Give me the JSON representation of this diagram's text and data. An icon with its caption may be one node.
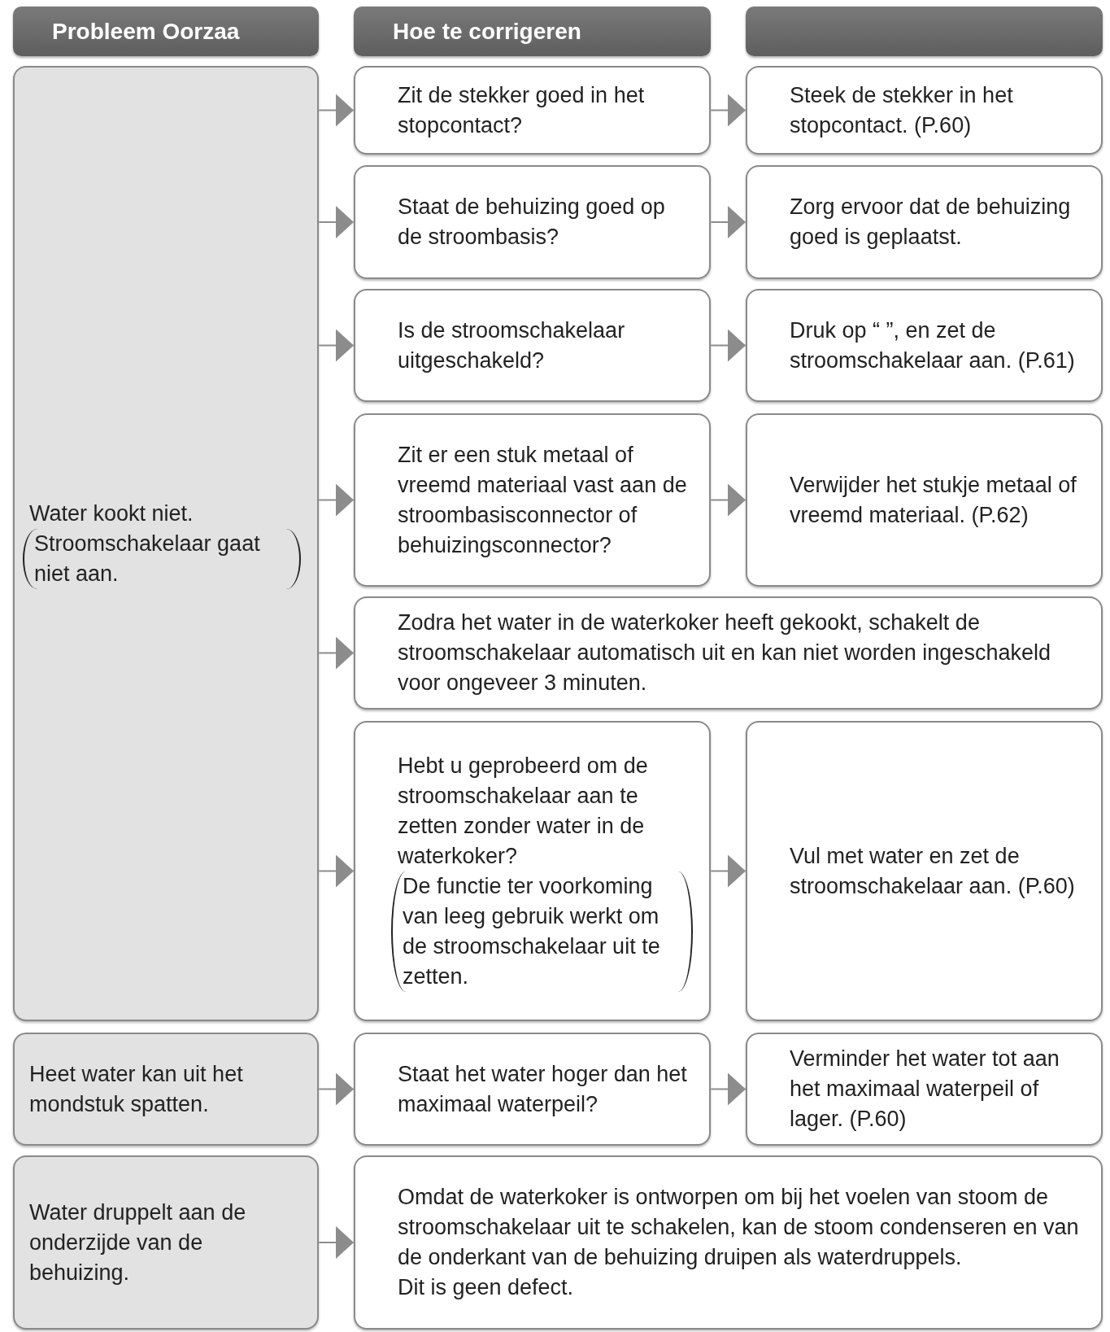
{
  "diagram": {
    "nodes": [
      {
        "text": [
          "Probleem Oorzaa"
        ]
      },
      {
        "text": [
          "Hoe te corrigeren"
        ]
      },
      {
        "text": [],
        "shape": "bar"
      },
      {
        "text": [
          "Water kookt niet.",
          "Stroomschakelaar gaat niet aan."
        ]
      },
      {
        "text": [
          "Zit de stekker goed in het stopcontact?"
        ]
      },
      {
        "text": [
          "Steek de stekker in het stopcontact. (P.60)"
        ]
      },
      {
        "text": [
          "Staat de behuizing goed op de stroombasis?"
        ]
      },
      {
        "text": [
          "Zorg ervoor dat de behuizing goed is geplaatst."
        ]
      },
      {
        "text": [
          "Is de stroomschakelaar uitgeschakeld?"
        ]
      },
      {
        "text": [
          "Druk op “ ”, en zet de stroomschakelaar aan. (P.61)"
        ]
      },
      {
        "text": [
          "Zit er een stuk metaal of vreemd materiaal vast aan de stroombasisconnector of behuizingsconnector?"
        ]
      },
      {
        "text": [
          "Verwijder het stukje metaal of vreemd materiaal. (P.62)"
        ]
      },
      {
        "text": [
          "Zodra het water in de waterkoker heeft gekookt, schakelt de stroomschakelaar automatisch uit en kan niet worden ingeschakeld voor ongeveer 3 minuten."
        ]
      },
      {
        "text": [
          "Hebt u geprobeerd om de stroomschakelaar aan te zetten zonder water in de waterkoker?",
          "De functie ter voorkoming van leeg gebruik werkt om de stroomschakelaar uit te zetten."
        ]
      },
      {
        "text": [
          "Vul met water en zet de stroomschakelaar aan. (P.60)"
        ]
      },
      {
        "text": [
          "Heet water kan uit het mondstuk spatten."
        ]
      },
      {
        "text": [
          "Staat het water hoger dan het maximaal waterpeil?"
        ]
      },
      {
        "text": [
          "Verminder het water tot aan het maximaal waterpeil of lager. (P.60)"
        ]
      },
      {
        "text": [
          "Water druppelt aan de onderzijde van de behuizing."
        ]
      },
      {
        "text": [
          "Omdat de waterkoker is ontworpen om bij het voelen van stoom de stroomschakelaar uit te schakelen, kan de stoom condenseren en van de onderkant van de behuizing druipen als waterdruppels.",
          "Dit is geen defect."
        ]
      }
    ],
    "edges": [
      {
        "from": 3,
        "to": 4,
        "arrow": "to"
      },
      {
        "from": 3,
        "to": 6,
        "arrow": "to"
      },
      {
        "from": 3,
        "to": 8,
        "arrow": "to"
      },
      {
        "from": 3,
        "to": 10,
        "arrow": "to"
      },
      {
        "from": 3,
        "to": 12,
        "arrow": "to"
      },
      {
        "from": 3,
        "to": 13,
        "arrow": "to"
      },
      {
        "from": 4,
        "to": 5,
        "arrow": "to"
      },
      {
        "from": 6,
        "to": 7,
        "arrow": "to"
      },
      {
        "from": 8,
        "to": 9,
        "arrow": "to"
      },
      {
        "from": 10,
        "to": 11,
        "arrow": "to"
      },
      {
        "from": 13,
        "to": 14,
        "arrow": "to"
      },
      {
        "from": 15,
        "to": 16,
        "arrow": "to"
      },
      {
        "from": 16,
        "to": 17,
        "arrow": "to"
      },
      {
        "from": 18,
        "to": 19,
        "arrow": "to"
      }
    ]
  }
}
